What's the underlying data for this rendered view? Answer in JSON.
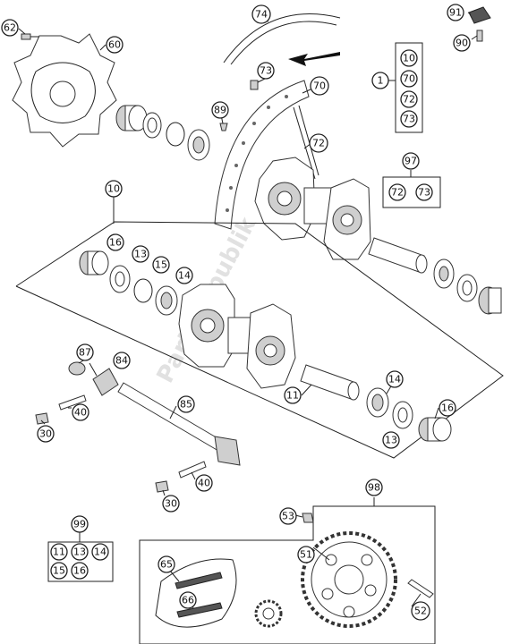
{
  "diagram": {
    "watermark": "PartsRepublik",
    "callouts": [
      {
        "id": "c62",
        "label": "62"
      },
      {
        "id": "c60",
        "label": "60"
      },
      {
        "id": "c74",
        "label": "74"
      },
      {
        "id": "c73a",
        "label": "73"
      },
      {
        "id": "c70a",
        "label": "70"
      },
      {
        "id": "c89",
        "label": "89"
      },
      {
        "id": "c72a",
        "label": "72"
      },
      {
        "id": "c91",
        "label": "91"
      },
      {
        "id": "c90",
        "label": "90"
      },
      {
        "id": "c1",
        "label": "1"
      },
      {
        "id": "c10g",
        "label": "10"
      },
      {
        "id": "c70g",
        "label": "70"
      },
      {
        "id": "c72g",
        "label": "72"
      },
      {
        "id": "c73g",
        "label": "73"
      },
      {
        "id": "c97",
        "label": "97"
      },
      {
        "id": "c72h",
        "label": "72"
      },
      {
        "id": "c73h",
        "label": "73"
      },
      {
        "id": "c10",
        "label": "10"
      },
      {
        "id": "c16a",
        "label": "16"
      },
      {
        "id": "c13a",
        "label": "13"
      },
      {
        "id": "c15a",
        "label": "15"
      },
      {
        "id": "c14a",
        "label": "14"
      },
      {
        "id": "c87",
        "label": "87"
      },
      {
        "id": "c84",
        "label": "84"
      },
      {
        "id": "c40a",
        "label": "40"
      },
      {
        "id": "c30a",
        "label": "30"
      },
      {
        "id": "c85",
        "label": "85"
      },
      {
        "id": "c11",
        "label": "11"
      },
      {
        "id": "c14b",
        "label": "14"
      },
      {
        "id": "c16b",
        "label": "16"
      },
      {
        "id": "c13b",
        "label": "13"
      },
      {
        "id": "c40b",
        "label": "40"
      },
      {
        "id": "c30b",
        "label": "30"
      },
      {
        "id": "c98",
        "label": "98"
      },
      {
        "id": "c53",
        "label": "53"
      },
      {
        "id": "c51",
        "label": "51"
      },
      {
        "id": "c52",
        "label": "52"
      },
      {
        "id": "c65",
        "label": "65"
      },
      {
        "id": "c66",
        "label": "66"
      },
      {
        "id": "c99",
        "label": "99"
      },
      {
        "id": "c11k",
        "label": "11"
      },
      {
        "id": "c13k",
        "label": "13"
      },
      {
        "id": "c14k",
        "label": "14"
      },
      {
        "id": "c15k",
        "label": "15"
      },
      {
        "id": "c16k",
        "label": "16"
      }
    ]
  }
}
